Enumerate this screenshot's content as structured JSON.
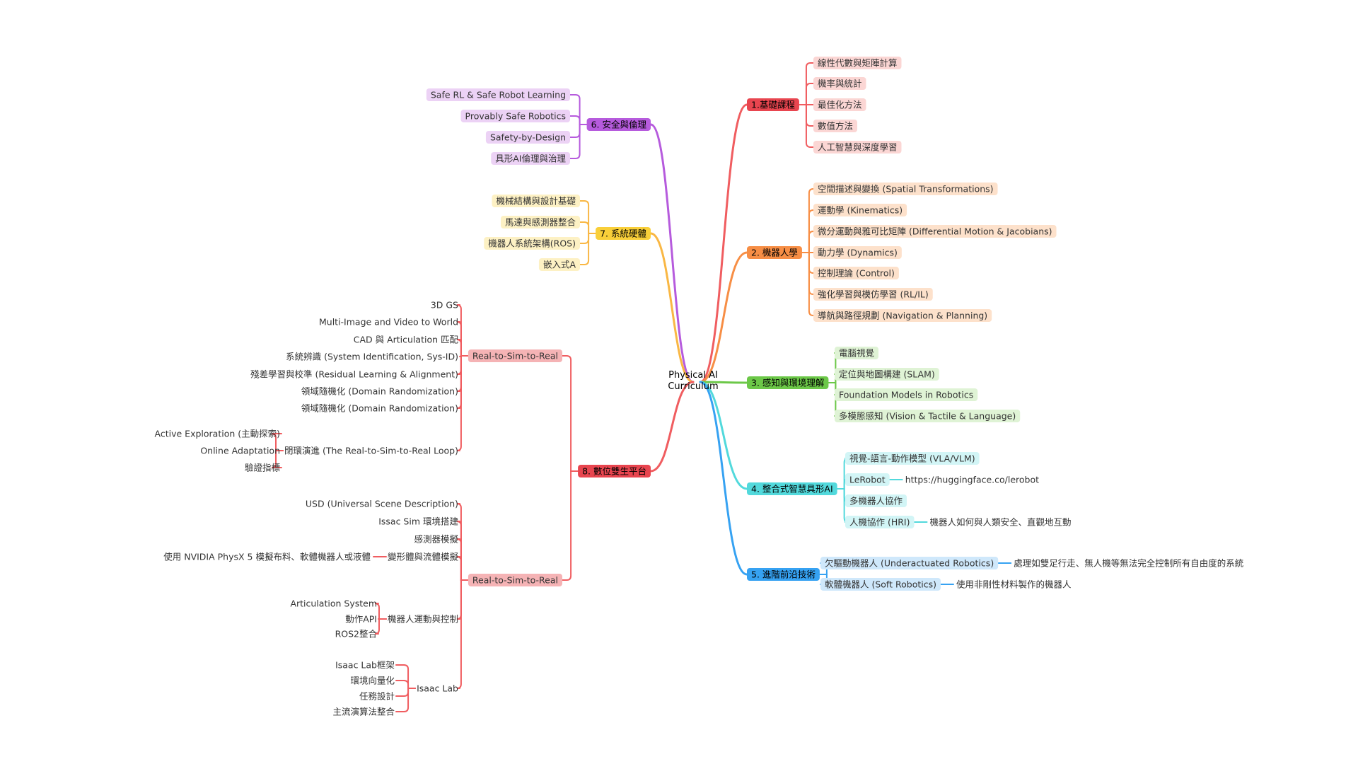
{
  "root": "Physical AI\nCurriculum",
  "colors": {
    "b1_main": "#e8454f",
    "b1_pill": "#fbd6d4",
    "b2_main": "#f78e45",
    "b2_pill": "#fde1cb",
    "b3_main": "#6cc848",
    "b3_pill": "#dff3d5",
    "b4_main": "#52d9dc",
    "b4_pill": "#d2f5f6",
    "b5_main": "#36a2f2",
    "b5_pill": "#cfe8fb",
    "b6_main": "#b65bdd",
    "b6_pill": "#ecd2f5",
    "b7_main": "#f9cf39",
    "b7_pill": "#fdf1c4",
    "b8_main": "#e8454f",
    "b8_sub": "#f5b3b5",
    "line1": "#f05d60",
    "line2": "#f78e45",
    "line3": "#6cc848",
    "line4": "#52d9dc",
    "line5": "#36a2f2",
    "line6": "#b65bdd",
    "line7": "#f9b744",
    "line8": "#f05d60"
  },
  "branches": {
    "b1": {
      "label": "1.基礎課程",
      "children": [
        "線性代數與矩陣計算",
        "機率與統計",
        "最佳化方法",
        "數值方法",
        "人工智慧與深度學習"
      ]
    },
    "b2": {
      "label": "2. 機器人學",
      "children": [
        "空間描述與變換 (Spatial Transformations)",
        "運動學 (Kinematics)",
        "微分運動與雅可比矩陣 (Differential Motion & Jacobians)",
        "動力學 (Dynamics)",
        "控制理論 (Control)",
        "強化學習與模仿學習 (RL/IL)",
        "導航與路徑規劃 (Navigation & Planning)"
      ]
    },
    "b3": {
      "label": "3. 感知與環境理解",
      "children": [
        "電腦視覺",
        "定位與地圖構建 (SLAM)",
        "Foundation Models in Robotics",
        "多模態感知 (Vision & Tactile & Language)"
      ]
    },
    "b4": {
      "label": "4. 整合式智慧具形AI",
      "children": [
        {
          "label": "視覺-語言-動作模型 (VLA/VLM)"
        },
        {
          "label": "LeRobot",
          "note": "https://huggingface.co/lerobot"
        },
        {
          "label": "多機器人協作"
        },
        {
          "label": "人機協作 (HRI)",
          "note": "機器人如何與人類安全、直觀地互動"
        }
      ]
    },
    "b5": {
      "label": "5. 進階前沿技術",
      "children": [
        {
          "label": "欠驅動機器人 (Underactuated Robotics)",
          "note": "處理如雙足行走、無人機等無法完全控制所有自由度的系統"
        },
        {
          "label": "軟體機器人 (Soft Robotics)",
          "note": "使用非剛性材料製作的機器人"
        }
      ]
    },
    "b6": {
      "label": "6. 安全與倫理",
      "children": [
        "Safe RL & Safe Robot Learning",
        "Provably Safe Robotics",
        "Safety-by-Design",
        "具形AI倫理與治理"
      ]
    },
    "b7": {
      "label": "7. 系統硬體",
      "children": [
        "機械結構與設計基礎",
        "馬達與感測器整合",
        "機器人系統架構(ROS)",
        "嵌入式A"
      ]
    },
    "b8": {
      "label": "8. 數位雙生平台",
      "sub1": {
        "label": "Real-to-Sim-to-Real",
        "children": [
          "3D GS",
          "Multi-Image and Video to World",
          "CAD 與 Articulation 匹配",
          "系統辨識 (System Identification, Sys-ID)",
          "殘差學習與校準 (Residual Learning & Alignment)",
          "領域隨機化 (Domain Randomization)",
          "領域隨機化 (Domain Randomization)"
        ],
        "loop": {
          "label": "閉環演進 (The Real-to-Sim-to-Real Loop)",
          "children": [
            "Active Exploration (主動探索)",
            "Online Adaptation",
            "驗證指標"
          ]
        }
      },
      "sub2": {
        "label": "Real-to-Sim-to-Real",
        "children": [
          "USD (Universal Scene Description)",
          "Issac Sim 環境搭建",
          "感測器模擬"
        ],
        "deform": {
          "label": "變形體與流體模擬",
          "note": "使用 NVIDIA PhysX 5 模擬布料、軟體機器人或液體"
        },
        "motion": {
          "label": "機器人運動與控制",
          "children": [
            "Articulation System",
            "動作API",
            "ROS2整合"
          ]
        },
        "lab": {
          "label": "Isaac Lab",
          "children": [
            "Isaac Lab框架",
            "環境向量化",
            "任務設計",
            "主流演算法整合"
          ]
        }
      }
    }
  }
}
